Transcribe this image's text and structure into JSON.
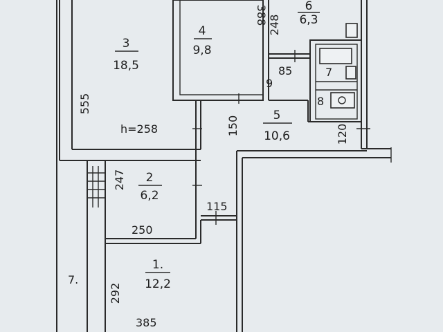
{
  "rooms": [
    {
      "id": "r3",
      "number": "3",
      "area": "18,5"
    },
    {
      "id": "r4",
      "number": "4",
      "area": "9,8"
    },
    {
      "id": "r5",
      "number": "5",
      "area": "10,6"
    },
    {
      "id": "r2",
      "number": "2",
      "area": "6,2"
    },
    {
      "id": "r1",
      "number": "1.",
      "area": "12,2"
    },
    {
      "id": "r6",
      "number": "6",
      "area": "6,3"
    }
  ],
  "labels": {
    "ceiling_height": "h=258",
    "room7": "7.",
    "room8": "8",
    "room9": "9",
    "room7_small": "7"
  },
  "dimensions": {
    "d555": "555",
    "d388": "388",
    "d248": "248",
    "d85": "85",
    "d150": "150",
    "d120": "120",
    "d247": "247",
    "d115": "115",
    "d250": "250",
    "d292": "292",
    "d385": "385"
  }
}
